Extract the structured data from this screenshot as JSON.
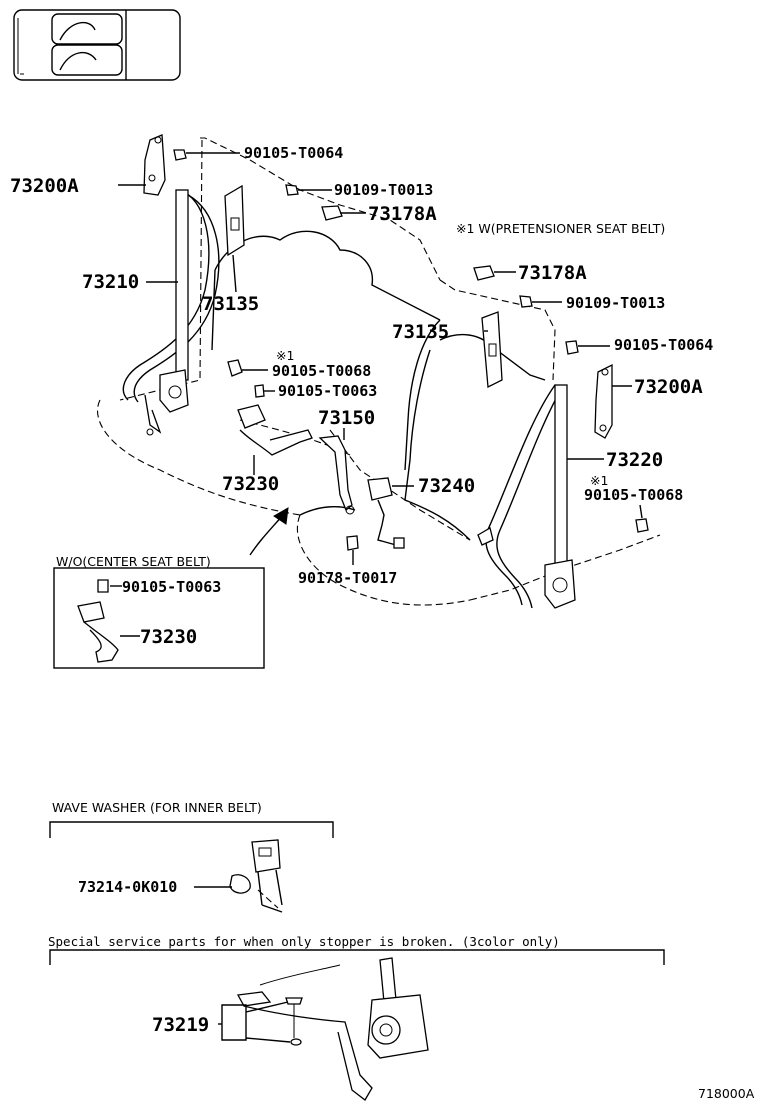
{
  "labels": {
    "p73200A_left": "73200A",
    "p90105_T0064_left": "90105-T0064",
    "p90109_T0013_left": "90109-T0013",
    "p73178A_left": "73178A",
    "note_w_pretensioner": "※1 W(PRETENSIONER SEAT BELT)",
    "p73210": "73210",
    "p73135_left": "73135",
    "mark1_a": "※1",
    "p90105_T0068_left": "90105-T0068",
    "p90105_T0063_mid": "90105-T0063",
    "p73150": "73150",
    "p73230_mid": "73230",
    "p73240": "73240",
    "p90178_T0017": "90178-T0017",
    "p73178A_right": "73178A",
    "p90109_T0013_right": "90109-T0013",
    "p73135_right": "73135",
    "p90105_T0064_right": "90105-T0064",
    "p73200A_right": "73200A",
    "p73220": "73220",
    "mark1_b": "※1",
    "p90105_T0068_right": "90105-T0068",
    "wo_center_title": "W/O(CENTER SEAT BELT)",
    "p90105_T0063_box": "90105-T0063",
    "p73230_box": "73230",
    "wave_washer_title": "WAVE WASHER (FOR INNER BELT)",
    "p73214_0K010": "73214-0K010",
    "special_service_note": "Special service parts for when only stopper is broken. (3color only)",
    "p73219": "73219",
    "figure_code": "718000A"
  }
}
